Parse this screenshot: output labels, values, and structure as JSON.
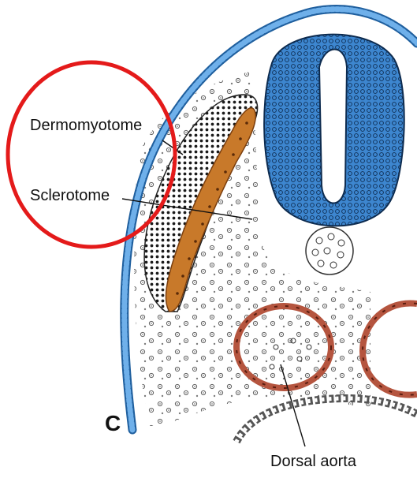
{
  "labels": {
    "dermomyotome": "Dermomyotome",
    "sclerotome": "Sclerotome",
    "dorsal_aorta": "Dorsal aorta",
    "panel": "C"
  },
  "colors": {
    "ectoderm_blue": "#4a90d9",
    "neural_tube_blue": "#3d86cf",
    "dermomyotome_orange": "#c8792a",
    "aorta_red": "#b5553f",
    "highlight_circle": "#e41a1a",
    "cell_outline": "#333333"
  },
  "icons": {
    "highlight": "red-ellipse-annotation"
  }
}
